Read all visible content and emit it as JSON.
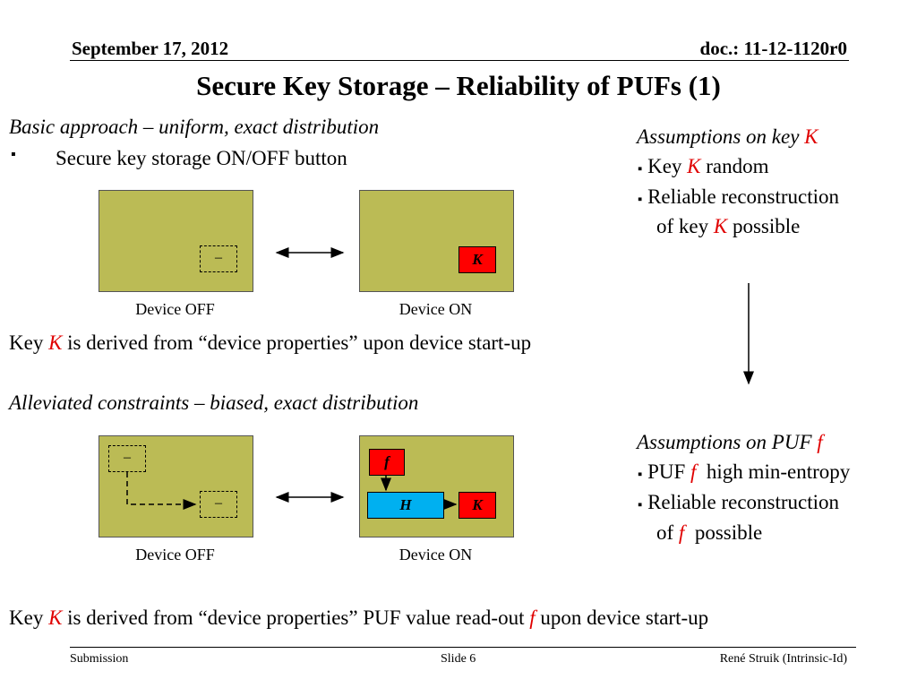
{
  "header": {
    "date": "September 17, 2012",
    "doc": "doc.: 11-12-1120r0"
  },
  "title": "Secure Key Storage – Reliability of PUFs (1)",
  "section1": {
    "heading": "Basic approach – uniform, exact distribution",
    "bullet_marker": "▪",
    "bullet": "Secure key storage ON/OFF button",
    "device_off_label": "Device OFF",
    "device_on_label": "Device ON",
    "off_box_text": "–",
    "on_box_text": "K",
    "derived_prefix": "Key",
    "derived_k": "K",
    "derived_suffix": "is derived from “device properties” upon device start-up"
  },
  "section2": {
    "heading": "Alleviated constraints – biased, exact distribution",
    "device_off_label": "Device OFF",
    "device_on_label": "Device ON",
    "off_box_top": "–",
    "off_box_bottom": "–",
    "f_box": "f",
    "h_box": "H",
    "k_box": "K",
    "derived_prefix": "Key",
    "derived_k": "K",
    "derived_mid": "is derived from “device properties” PUF value read-out",
    "derived_f": "f",
    "derived_suffix": "upon device start-up"
  },
  "assumptions_key": {
    "heading": "Assumptions on key",
    "heading_var": "K",
    "items": [
      {
        "marker": "▪",
        "prefix": "Key",
        "var": "K",
        "suffix": "random"
      },
      {
        "marker": "▪",
        "line1": "Reliable reconstruction",
        "line2_prefix": "of key",
        "var": "K",
        "line2_suffix": "possible"
      }
    ]
  },
  "assumptions_puf": {
    "heading": "Assumptions on PUF",
    "heading_var": "f",
    "items": [
      {
        "marker": "▪",
        "prefix": "PUF",
        "var": "f",
        "suffix": "high min-entropy"
      },
      {
        "marker": "▪",
        "line1": "Reliable reconstruction",
        "line2_prefix": "of",
        "var": "f",
        "line2_suffix": "possible"
      }
    ]
  },
  "footer": {
    "left": "Submission",
    "center": "Slide 6",
    "right": "René Struik (Intrinsic-Id)"
  },
  "colors": {
    "device_fill": "#bbbb55",
    "key_red": "#ff0000",
    "hash_blue": "#00b0f0",
    "italic_red": "#e00000"
  }
}
